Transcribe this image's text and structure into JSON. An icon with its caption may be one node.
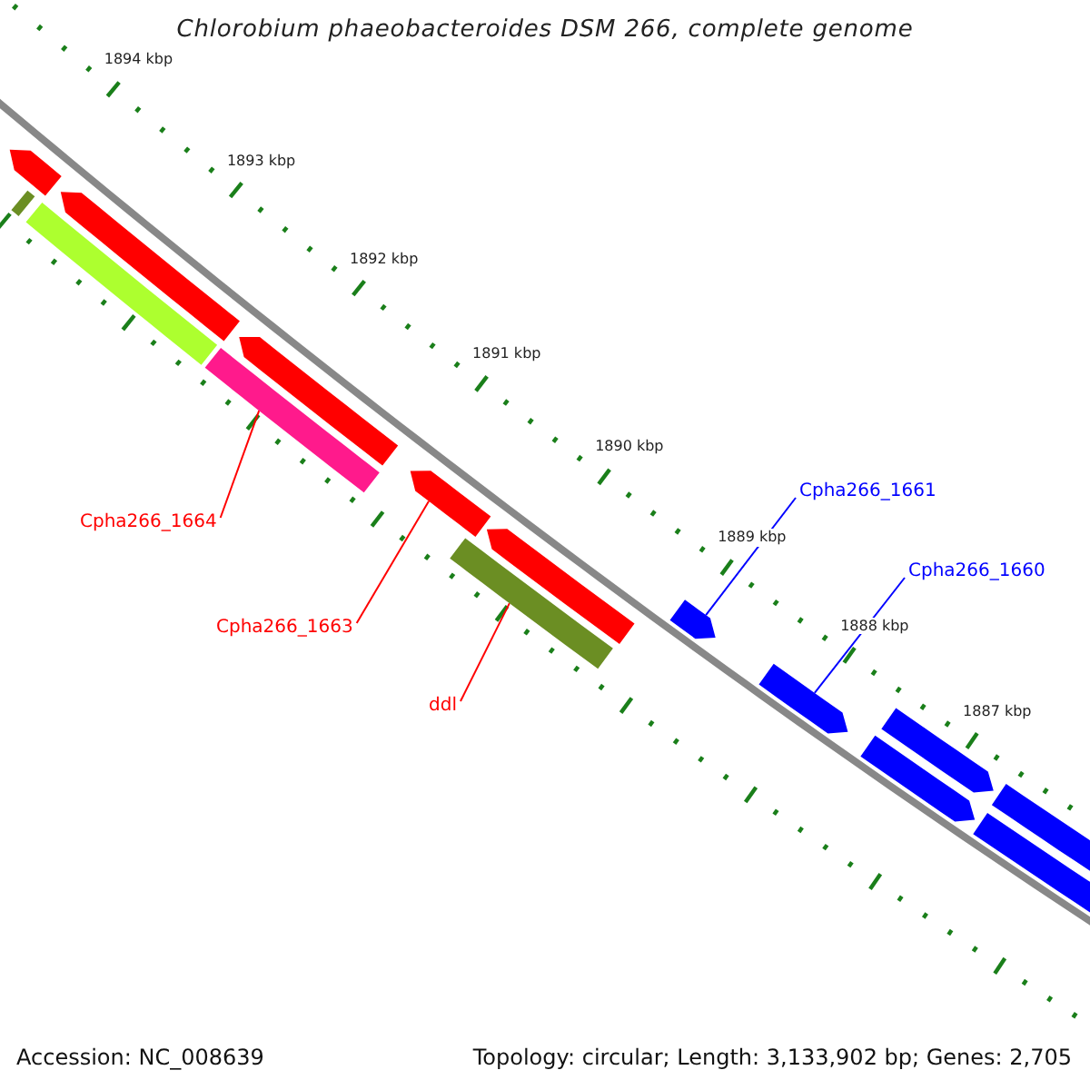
{
  "diagram": {
    "title": "Chlorobium phaeobacteroides DSM 266, complete genome",
    "nodes": [
      {
        "text": [
          "Cpha266_1661"
        ]
      },
      {
        "text": [
          "Cpha266_1664"
        ]
      },
      {
        "text": [
          "Cpha266_1660"
        ]
      },
      {
        "text": [
          "Cpha266_1663"
        ]
      },
      {
        "text": [
          "ddl"
        ]
      },
      {
        "text": [],
        "shape": "arrow"
      },
      {
        "text": [],
        "shape": "bar"
      },
      {
        "text": [],
        "shape": "bar"
      },
      {
        "text": [],
        "shape": "arrow"
      },
      {
        "text": [],
        "shape": "bar"
      },
      {
        "text": [],
        "shape": "arrow"
      },
      {
        "text": [],
        "shape": "arrow"
      },
      {
        "text": [],
        "shape": "bar"
      },
      {
        "text": [],
        "shape": "arrow"
      },
      {
        "text": [],
        "shape": "arrow"
      },
      {
        "text": [],
        "shape": "arrow"
      },
      {
        "text": [],
        "shape": "arrow"
      },
      {
        "text": [],
        "shape": "arrow"
      },
      {
        "text": [],
        "shape": "arrow"
      },
      {
        "text": [],
        "shape": "arrow"
      }
    ],
    "edges": [
      {
        "from": 0,
        "to": 14,
        "arrow": "none",
        "color": "#0000ff"
      },
      {
        "from": 1,
        "to": 9,
        "arrow": "none"
      },
      {
        "from": 2,
        "to": 15,
        "arrow": "none",
        "color": "#0000ff"
      },
      {
        "from": 3,
        "to": 11,
        "arrow": "none"
      },
      {
        "from": 4,
        "to": 12,
        "arrow": "none"
      }
    ],
    "labels": [
      "1894 kbp",
      "1893 kbp",
      "1892 kbp",
      "1891 kbp",
      "1890 kbp",
      "1889 kbp",
      "1888 kbp",
      "1887 kbp",
      "Accession: NC_008639",
      "Topology: circular; Length: 3,133,902 bp; Genes: 2,705"
    ]
  }
}
